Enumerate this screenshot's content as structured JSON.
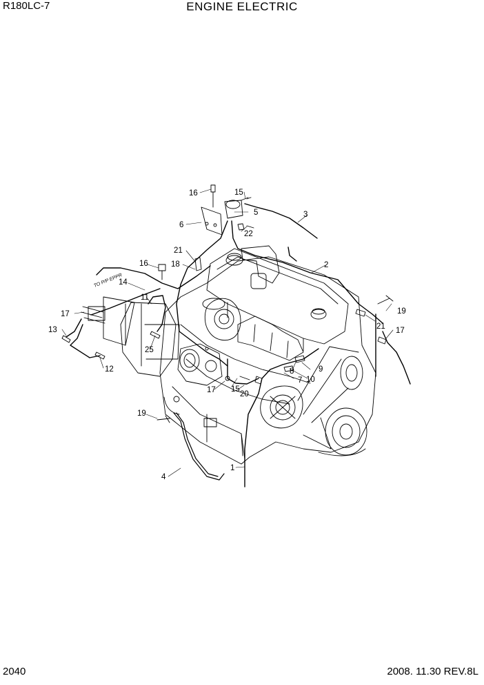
{
  "header": {
    "model": "R180LC-7",
    "title": "ENGINE ELECTRIC"
  },
  "footer": {
    "page_number": "2040",
    "date_revision": "2008. 11.30  REV.8L"
  },
  "diagram": {
    "note": "TO P/P EPPR",
    "callouts": [
      "1",
      "2",
      "3",
      "4",
      "5",
      "6",
      "7",
      "8",
      "9",
      "10",
      "11",
      "12",
      "13",
      "14",
      "15",
      "15",
      "16",
      "16",
      "17",
      "17",
      "17",
      "18",
      "19",
      "19",
      "20",
      "21",
      "21",
      "22",
      "25"
    ]
  }
}
